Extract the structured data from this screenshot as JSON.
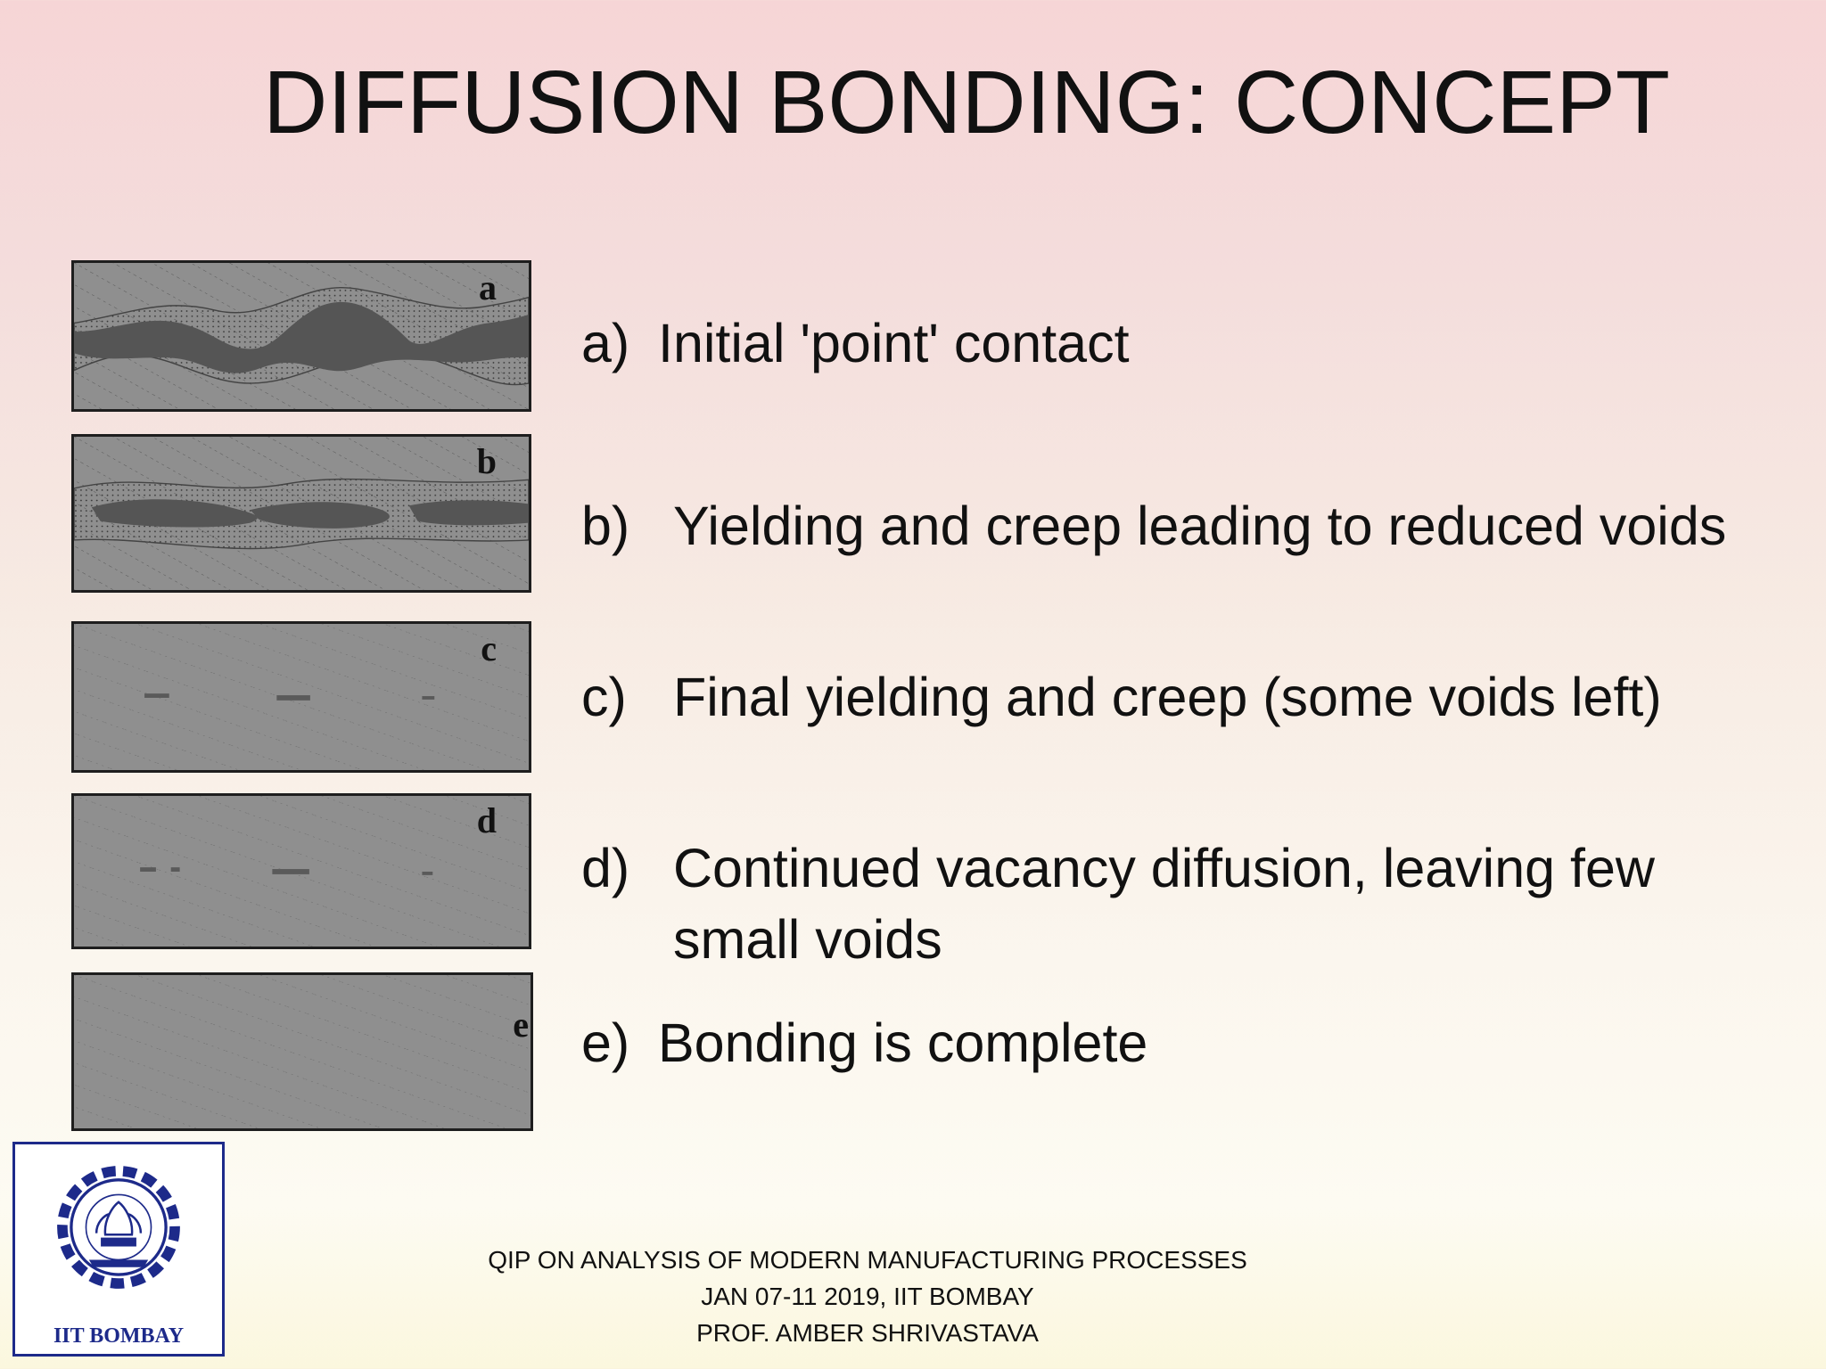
{
  "slide": {
    "title": "DIFFUSION BONDING: CONCEPT"
  },
  "panels": [
    {
      "letter": "a"
    },
    {
      "letter": "b"
    },
    {
      "letter": "c"
    },
    {
      "letter": "d"
    },
    {
      "letter": "e"
    }
  ],
  "steps": [
    {
      "label": "a)",
      "text": "Initial 'point' contact"
    },
    {
      "label": "b)",
      "text": "Yielding and creep leading to reduced voids"
    },
    {
      "label": "c)",
      "text": "Final yielding and creep (some voids left)"
    },
    {
      "label": "d)",
      "text": "Continued vacancy diffusion, leaving few",
      "text2": "small voids"
    },
    {
      "label": "e)",
      "text": "Bonding is complete"
    }
  ],
  "logo": {
    "caption": "IIT BOMBAY"
  },
  "footer": {
    "line1": "QIP ON ANALYSIS OF MODERN MANUFACTURING PROCESSES",
    "line2": "JAN 07-11 2019, IIT BOMBAY",
    "line3": "PROF. AMBER SHRIVASTAVA"
  }
}
